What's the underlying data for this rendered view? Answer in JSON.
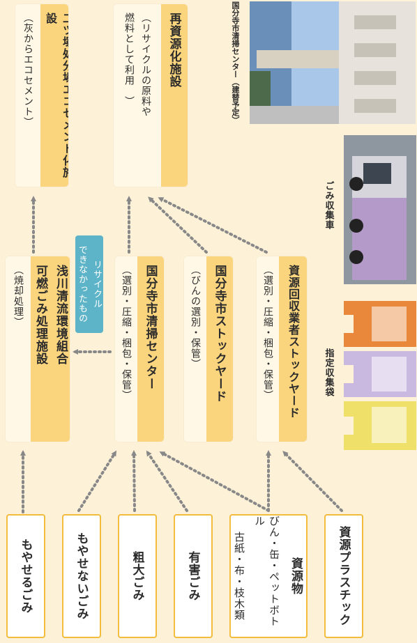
{
  "sources": [
    {
      "label": "もやせるごみ"
    },
    {
      "label": "もやせないごみ"
    },
    {
      "label": "粗大ごみ"
    },
    {
      "label": "有害ごみ"
    },
    {
      "label": "資源物",
      "detail_line1": "びん・缶・ペットボトル",
      "detail_line2": "古紙・布・枝木類"
    },
    {
      "label": "資源プラスチック"
    }
  ],
  "facilities": {
    "asakawa": {
      "line1": "浅川清流環境組合",
      "line2": "可燃ごみ処理施設",
      "note": "（焼却処理）"
    },
    "cleaning_center": {
      "name": "国分寺市清掃センター",
      "note": "（選別・圧縮・梱包・保管）"
    },
    "stockyard": {
      "name": "国分寺市ストックヤード",
      "note": "（びんの選別・保管）"
    },
    "private": {
      "name": "資源回収業者ストックヤード",
      "note": "（選別・圧縮・梱包・保管）"
    },
    "futatsuka": {
      "name": "二ツ塚処分場エコセメント化施設",
      "note": "（灰からエコセメント）"
    },
    "recycling": {
      "name": "再資源化施設",
      "note_line1": "（リサイクルの原料や",
      "note_line2": "燃料として利用　）"
    }
  },
  "callout": {
    "line1": "リサイクル",
    "line2": "できなかったもの"
  },
  "captions": {
    "bags": "指定収集袋",
    "truck": "ごみ収集車",
    "center_photo": "国分寺市清掃センター（建替予定）"
  },
  "colors": {
    "background": "#fdf1d8",
    "accent": "#f3bc3c",
    "header": "#fbd57e",
    "callout": "#5db3c7",
    "arrow": "#888888"
  }
}
